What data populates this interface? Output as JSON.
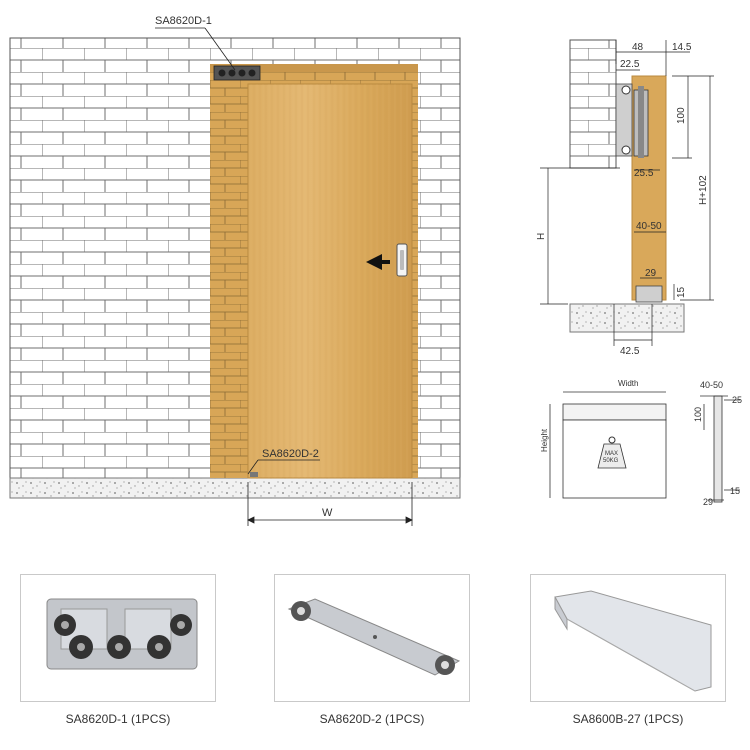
{
  "elevation": {
    "label_top": "SA8620D-1",
    "label_bottom": "SA8620D-2",
    "width_label": "W"
  },
  "section": {
    "dim_48": "48",
    "dim_14_5": "14.5",
    "dim_22_5": "22.5",
    "dim_100": "100",
    "dim_25_5": "25.5",
    "dim_h102": "H+102",
    "dim_h": "H",
    "dim_40_50": "40-50",
    "dim_29": "29",
    "dim_15": "15",
    "dim_42_5": "42.5"
  },
  "panel": {
    "width_label": "Width",
    "height_label": "Height",
    "weight_label_1": "MAX",
    "weight_label_2": "50KG",
    "dim_40_50": "40-50",
    "dim_100": "100",
    "dim_25": "25",
    "dim_29": "29",
    "dim_15": "15"
  },
  "products": [
    {
      "name": "SA8620D-1 (1PCS)"
    },
    {
      "name": "SA8620D-2 (1PCS)"
    },
    {
      "name": "SA8600B-27 (1PCS)"
    }
  ],
  "colors": {
    "door": "#d9a85a",
    "wall_line": "#6f6f6f",
    "accent": "#111111"
  }
}
